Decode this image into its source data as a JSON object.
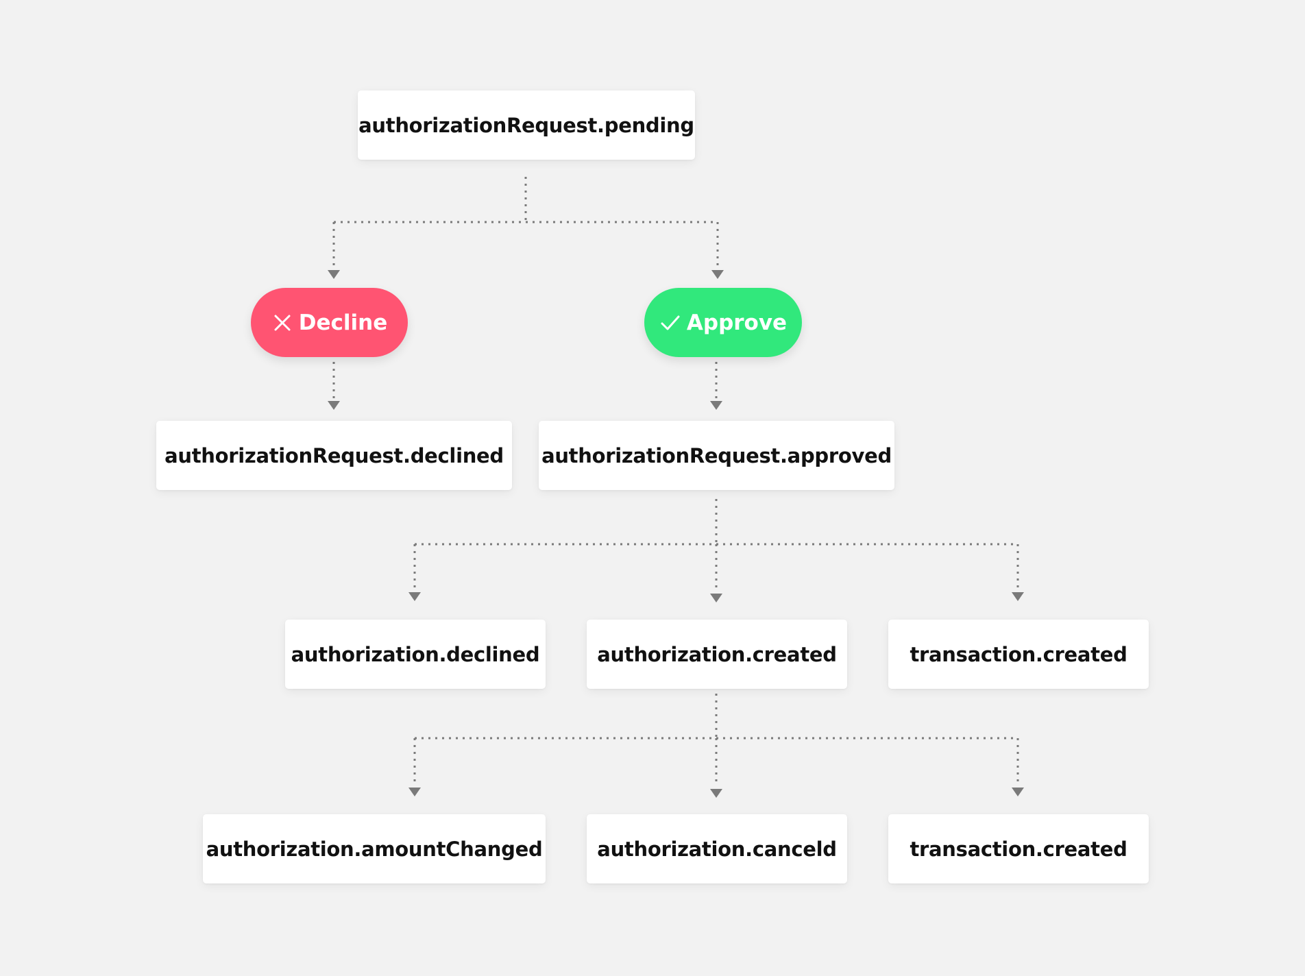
{
  "colors": {
    "background": "#f2f2f2",
    "node_fill": "#ffffff",
    "node_text": "#111111",
    "connector": "#7a7a7a",
    "decline": "#ff5472",
    "approve": "#31e87c",
    "action_text": "#ffffff"
  },
  "nodes": {
    "pending": "authorizationRequest.pending",
    "request_declined": "authorizationRequest.declined",
    "request_approved": "authorizationRequest.approved",
    "authorization_declined": "authorization.declined",
    "authorization_created": "authorization.created",
    "transaction_created_1": "transaction.created",
    "amount_changed": "authorization.amountChanged",
    "canceled": "authorization.canceld",
    "transaction_created_2": "transaction.created"
  },
  "actions": {
    "decline": {
      "label": "Decline",
      "icon": "x-icon"
    },
    "approve": {
      "label": "Approve",
      "icon": "check-icon"
    }
  },
  "edges": [
    {
      "from": "pending",
      "to": "decline"
    },
    {
      "from": "pending",
      "to": "approve"
    },
    {
      "from": "decline",
      "to": "request_declined"
    },
    {
      "from": "approve",
      "to": "request_approved"
    },
    {
      "from": "request_approved",
      "to": "authorization_declined"
    },
    {
      "from": "request_approved",
      "to": "authorization_created"
    },
    {
      "from": "request_approved",
      "to": "transaction_created_1"
    },
    {
      "from": "authorization_created",
      "to": "amount_changed"
    },
    {
      "from": "authorization_created",
      "to": "canceled"
    },
    {
      "from": "authorization_created",
      "to": "transaction_created_2"
    }
  ]
}
